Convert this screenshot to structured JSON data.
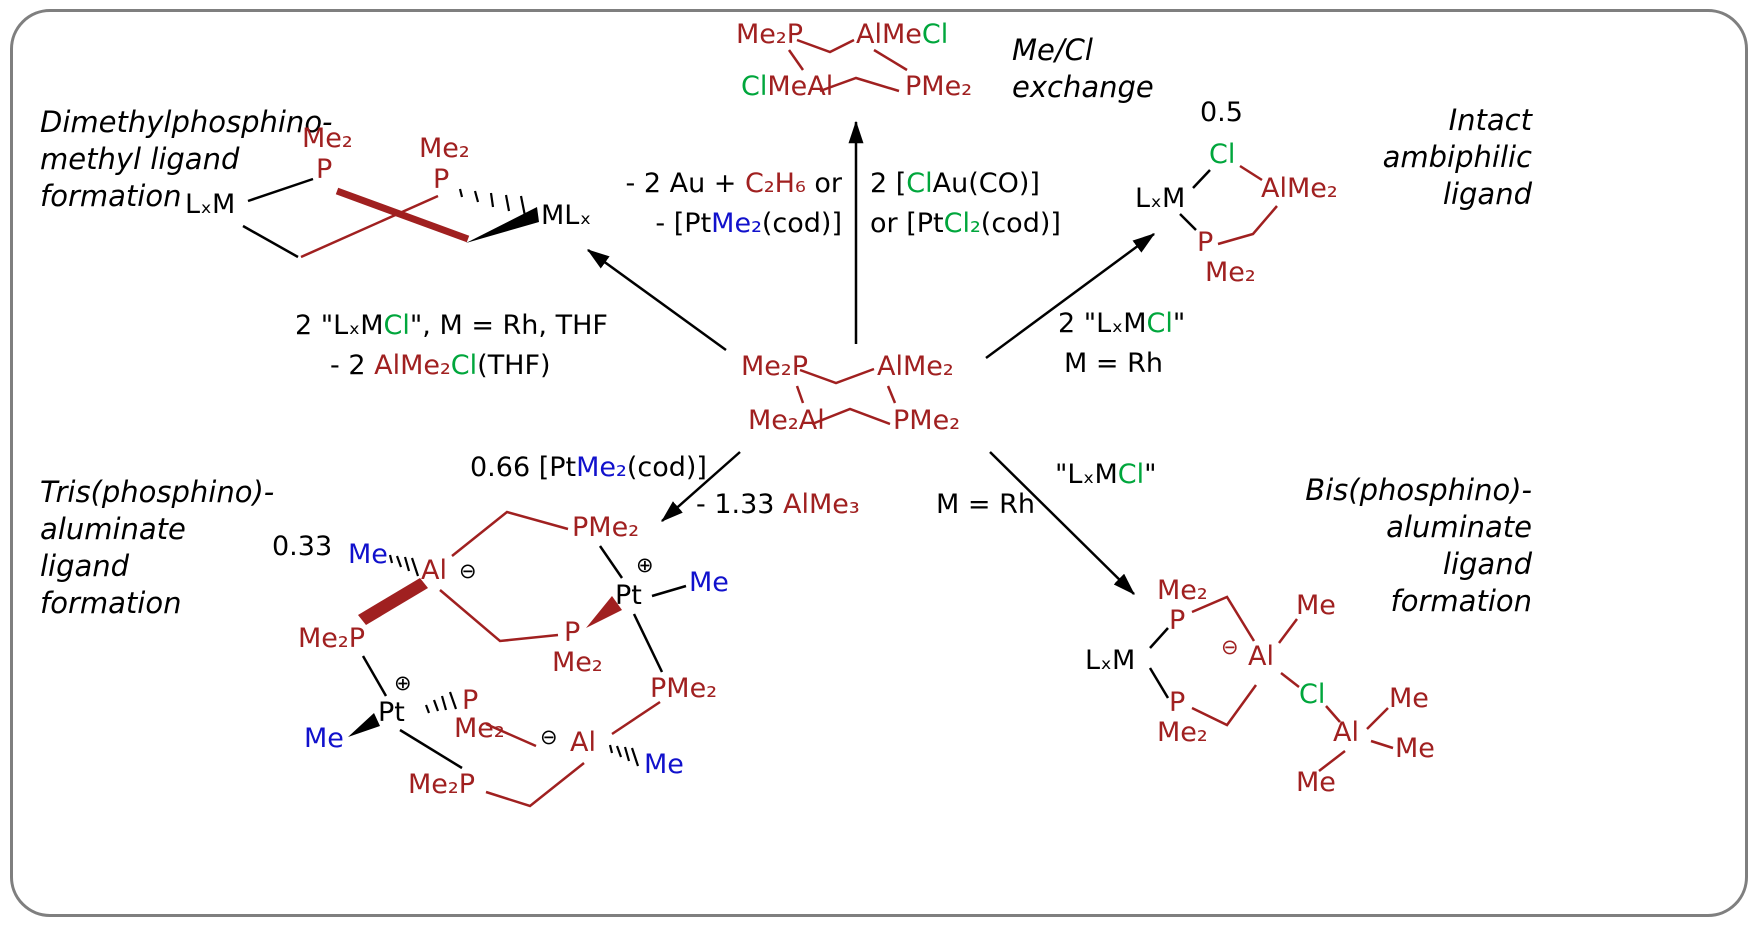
{
  "colors": {
    "structure_red": "#A02020",
    "chlorine_green": "#00A63C",
    "methyl_blue": "#1111CC",
    "text_black": "#000000",
    "border_gray": "#7F7F7F",
    "background": "#FFFFFF"
  },
  "region_labels": {
    "top_left": {
      "lines": [
        "Dimethylphosphino-",
        "methyl ligand",
        "formation"
      ]
    },
    "top_center": {
      "lines": [
        "Me/Cl",
        "exchange"
      ]
    },
    "top_right": {
      "lines": [
        "Intact",
        "ambiphilic",
        "ligand"
      ]
    },
    "bottom_left": {
      "lines": [
        "Tris(phosphino)-",
        "aluminate",
        "ligand",
        "formation"
      ]
    },
    "bottom_right": {
      "lines": [
        "Bis(phosphino)-",
        "aluminate",
        "ligand",
        "formation"
      ]
    }
  },
  "conditions": {
    "upper_left_1": [
      {
        "t": "2 \"LₓM"
      },
      {
        "t": "Cl",
        "c": "green"
      },
      {
        "t": "\", M = Rh, THF"
      }
    ],
    "upper_left_2": [
      {
        "t": "- 2 "
      },
      {
        "t": "AlMe₂",
        "c": "red"
      },
      {
        "t": "Cl",
        "c": "green"
      },
      {
        "t": "(THF)"
      }
    ],
    "vertical_left_1": [
      {
        "t": "- 2 Au + "
      },
      {
        "t": "C₂H₆",
        "c": "red"
      },
      {
        "t": " or"
      }
    ],
    "vertical_left_2": [
      {
        "t": "- [Pt"
      },
      {
        "t": "Me₂",
        "c": "blue"
      },
      {
        "t": "(cod)]"
      }
    ],
    "vertical_right_1": [
      {
        "t": "2 ["
      },
      {
        "t": "Cl",
        "c": "green"
      },
      {
        "t": "Au(CO)]"
      }
    ],
    "vertical_right_2": [
      {
        "t": "or [Pt"
      },
      {
        "t": "Cl₂",
        "c": "green"
      },
      {
        "t": "(cod)]"
      }
    ],
    "upper_right_1": [
      {
        "t": "2 \"LₓM"
      },
      {
        "t": "Cl",
        "c": "green"
      },
      {
        "t": "\""
      }
    ],
    "upper_right_2": [
      {
        "t": "M = Rh"
      }
    ],
    "lower_left_1": [
      {
        "t": "0.66 [Pt"
      },
      {
        "t": "Me₂",
        "c": "blue"
      },
      {
        "t": "(cod)]"
      }
    ],
    "lower_left_2": [
      {
        "t": "- 1.33 "
      },
      {
        "t": "AlMe₃",
        "c": "red"
      }
    ],
    "lower_right_1": [
      {
        "t": "\"LₓM"
      },
      {
        "t": "Cl",
        "c": "green"
      },
      {
        "t": "\""
      }
    ],
    "lower_right_2": [
      {
        "t": "M = Rh"
      }
    ]
  },
  "central_compound": {
    "top_left": "Me₂P",
    "top_right": "AlMe₂",
    "bottom_left": "Me₂Al",
    "bottom_right": "PMe₂"
  },
  "exchange_product": {
    "top_left": "Me₂P",
    "top_right": [
      {
        "t": "AlMe",
        "c": "red"
      },
      {
        "t": "Cl",
        "c": "green"
      }
    ],
    "bottom_left": [
      {
        "t": "Cl",
        "c": "green"
      },
      {
        "t": "MeAl",
        "c": "red"
      }
    ],
    "bottom_right": "PMe₂"
  },
  "dimethylphosphinomethyl_product": {
    "metal_left": "LₓM",
    "me2_left": "Me₂",
    "p_left": "P",
    "me2_right": "Me₂",
    "p_right": "P",
    "metal_right": "MLₓ"
  },
  "ambiphilic_product": {
    "coefficient": "0.5",
    "metal": "LₓM",
    "cl": "Cl",
    "al": "AlMe₂",
    "p": "P",
    "me2": "Me₂"
  },
  "tris_product": {
    "coefficient": "0.33",
    "me_al1": "Me",
    "al1": "Al",
    "minus1": "⊖",
    "pme2_top": "PMe₂",
    "plus1": "⊕",
    "pt1": "Pt",
    "me_pt1": "Me",
    "p_mid": "P",
    "me2_mid": "Me₂",
    "me2p_left": "Me₂P",
    "plus2": "⊕",
    "pt2": "Pt",
    "me_pt2": "Me",
    "p_right": "P",
    "me2_right": "Me₂",
    "minus2": "⊖",
    "al2": "Al",
    "me_al2": "Me",
    "pme2_right": "PMe₂",
    "me2p_bottom": "Me₂P"
  },
  "bis_product": {
    "metal": "LₓM",
    "me2_top": "Me₂",
    "p_top": "P",
    "p_bottom": "P",
    "me2_bottom": "Me₂",
    "minus": "⊖",
    "al1": "Al",
    "me_top": "Me",
    "cl": "Cl",
    "al2": "Al",
    "me_right_up": "Me",
    "me_right": "Me",
    "me_bottom": "Me"
  }
}
